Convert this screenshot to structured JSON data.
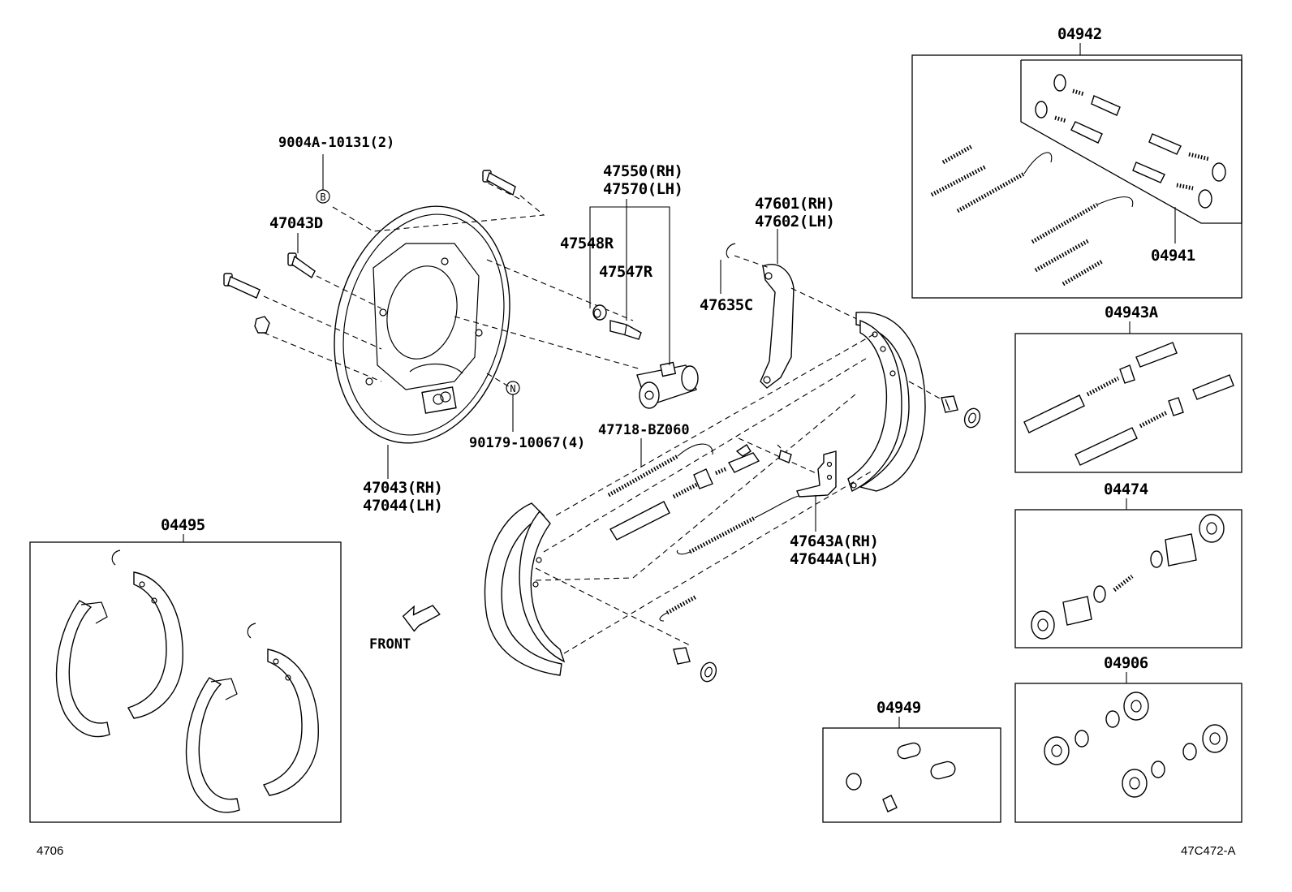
{
  "labels": {
    "bolt_b": "9004A-10131(2)",
    "bolt_d": "47043D",
    "plate_rh": "47043(RH)",
    "plate_lh": "47044(LH)",
    "nut_n": "90179-10067(4)",
    "cyl_rh": "47550(RH)",
    "cyl_lh": "47570(LH)",
    "bleeder_cap": "47548R",
    "bleeder_plug": "47547R",
    "lever_rh": "47601(RH)",
    "lever_lh": "47602(LH)",
    "clip": "47635C",
    "adjuster": "47718-BZ060",
    "adj_lever_rh": "47643A(RH)",
    "adj_lever_lh": "47644A(LH)",
    "front": "FRONT"
  },
  "markers": {
    "b": "B",
    "n": "N"
  },
  "kits": {
    "shoe_kit": "04495",
    "spring_kit": "04942",
    "spring_subkit": "04941",
    "adjuster_kit": "04943A",
    "cyl_kit": "04474",
    "cup_kit": "04906",
    "plug_kit": "04949"
  },
  "footer": {
    "page": "4706",
    "figure": "47C472-A"
  }
}
